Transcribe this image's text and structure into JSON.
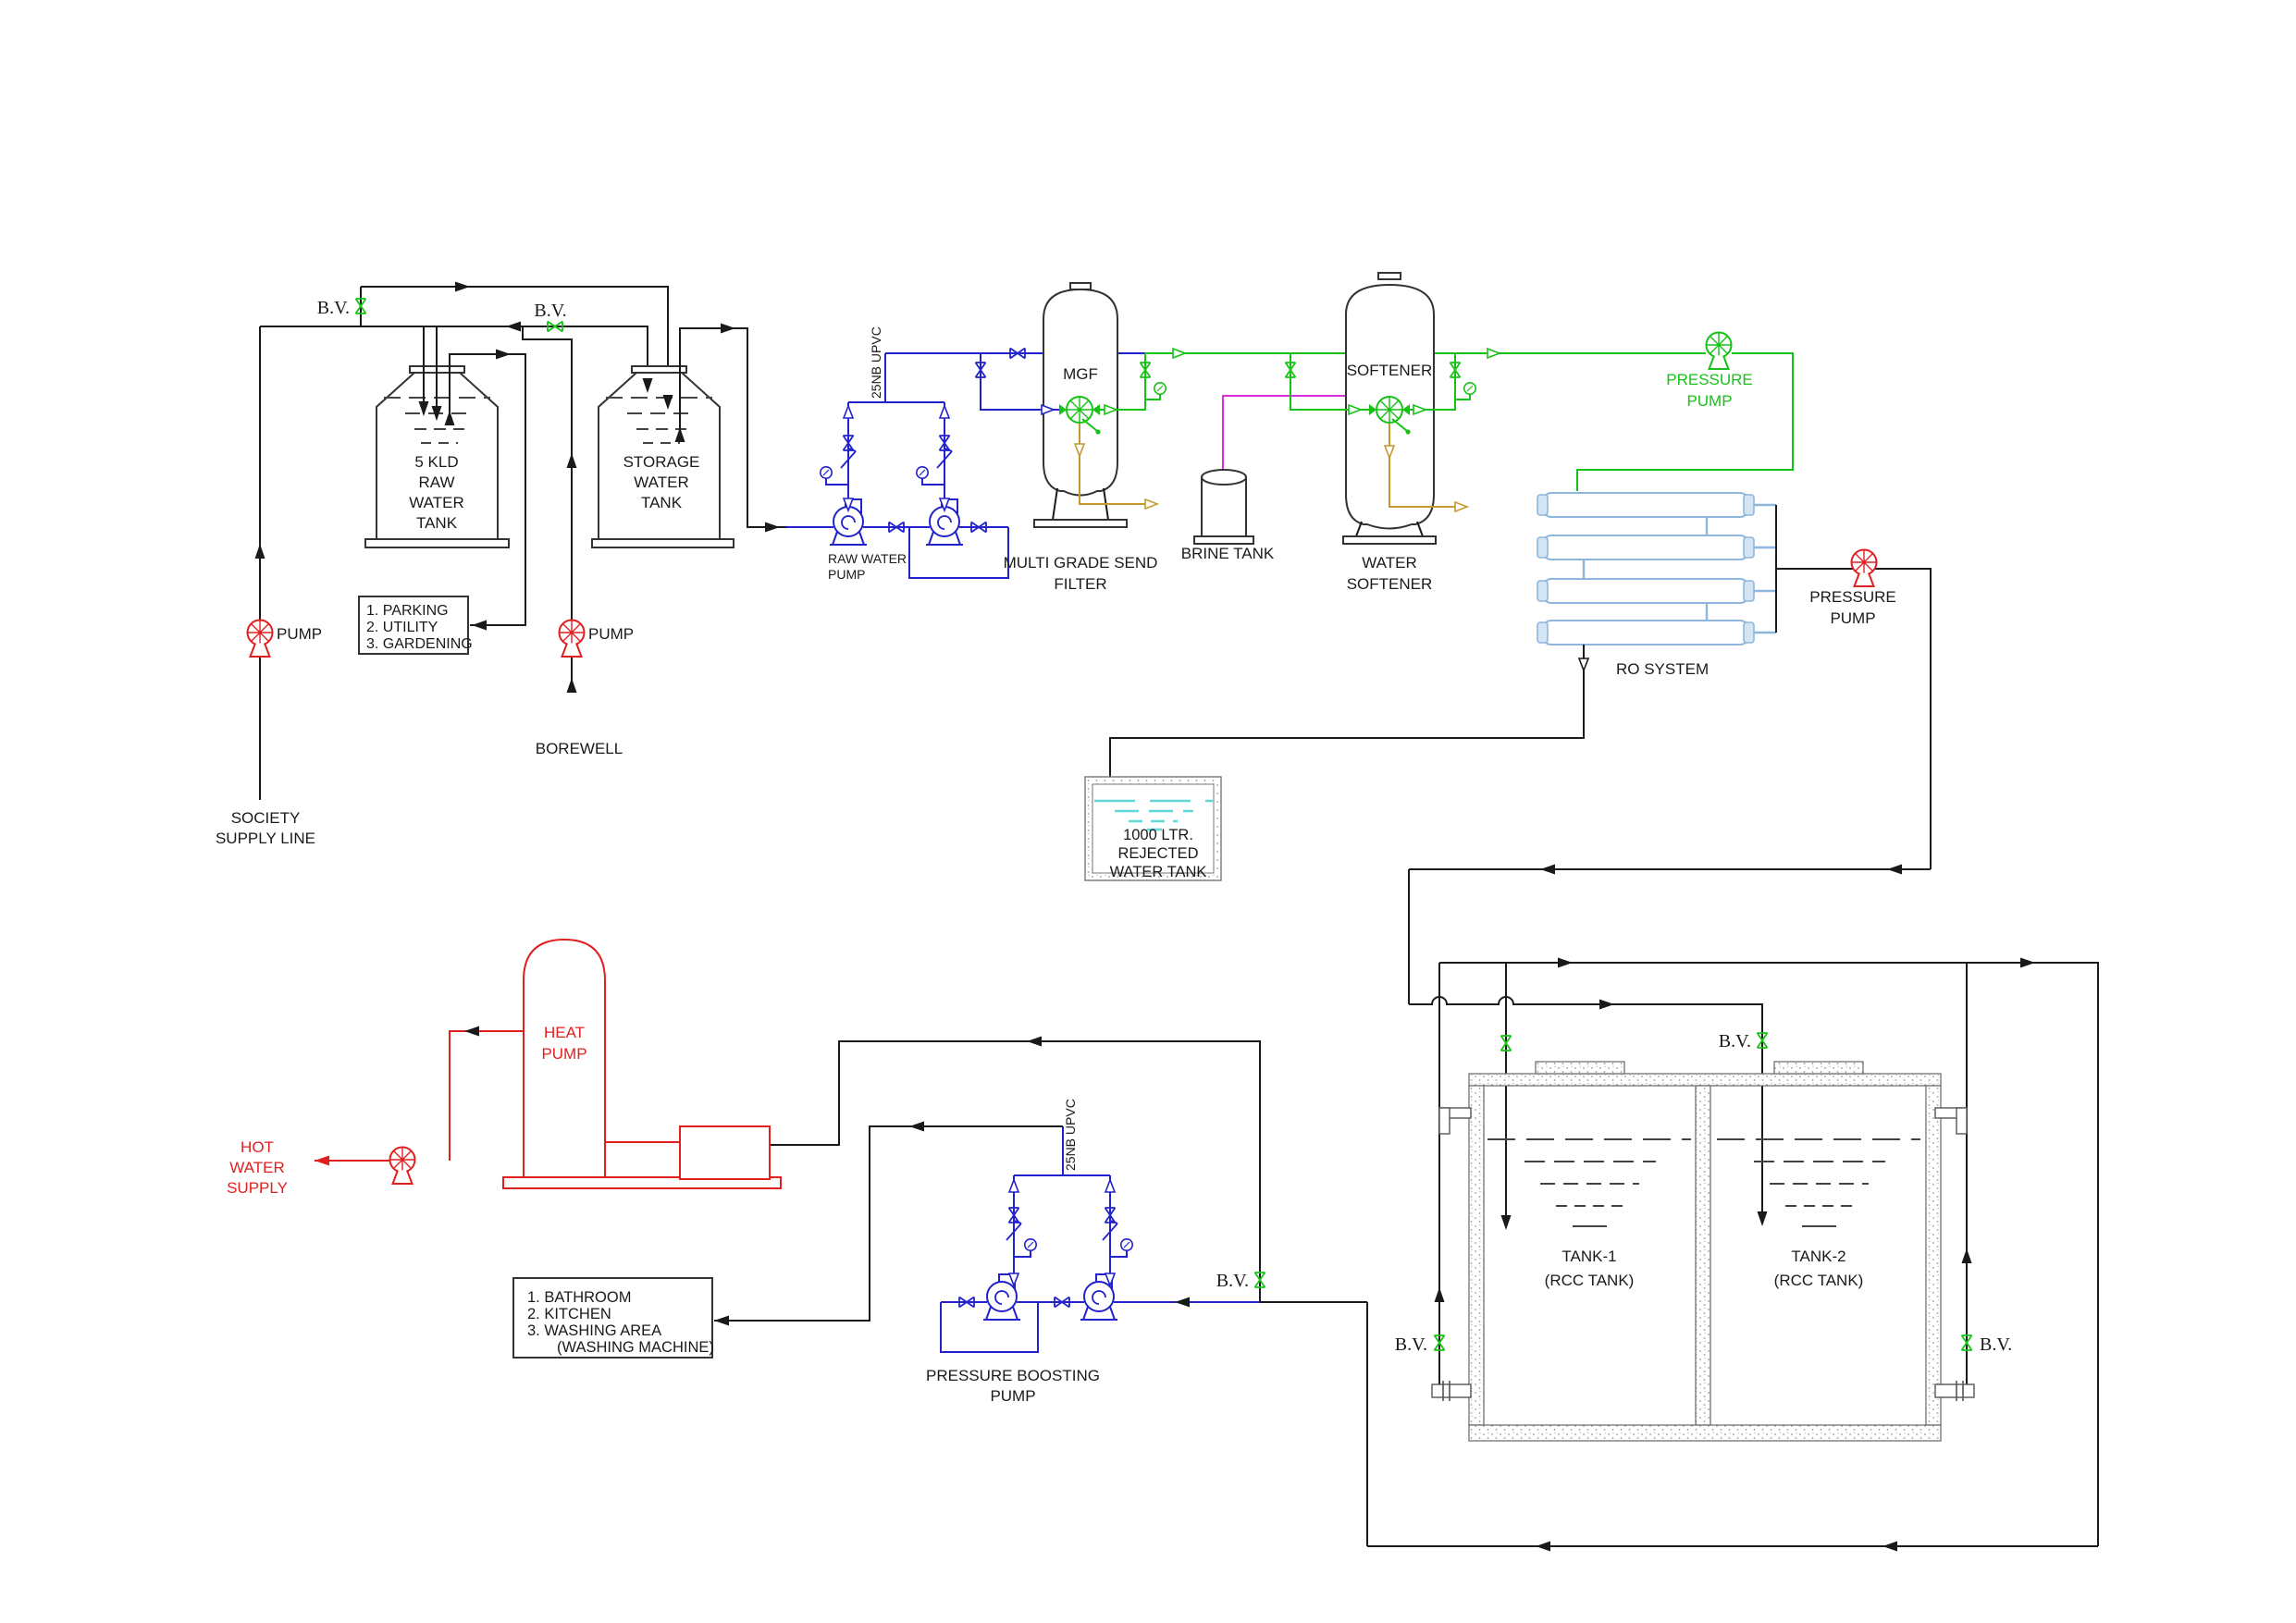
{
  "colors": {
    "pipe": "#1a1a1a",
    "raw_water": "#2222cc",
    "soft_water": "#17c217",
    "hot_water": "#e02020",
    "brine": "#dd2edd",
    "drain": "#c49a30",
    "membrane": "#8fb6dc",
    "membrane_cap": "#d4e4f2",
    "tank_water": "#61d8d8"
  },
  "labels": {
    "bv": "B.V.",
    "pump": "PUMP",
    "raw_tank": [
      "5 KLD",
      "RAW",
      "WATER",
      "TANK"
    ],
    "storage_tank": [
      "STORAGE",
      "WATER",
      "TANK"
    ],
    "parking_box": [
      "1. PARKING",
      "2. UTILITY",
      "3. GARDENING"
    ],
    "society": [
      "SOCIETY",
      "SUPPLY LINE"
    ],
    "borewell": "BOREWELL",
    "raw_pump": [
      "RAW WATER",
      "PUMP"
    ],
    "pipe_spec": "25NB UPVC",
    "mgf": "MGF",
    "mgf_name": [
      "MULTI GRADE SEND",
      "FILTER"
    ],
    "brine_tank": "BRINE TANK",
    "softener": "SOFTENER",
    "softener_name": [
      "WATER",
      "SOFTENER"
    ],
    "pressure_pump": [
      "PRESSURE",
      "PUMP"
    ],
    "ro_system": "RO SYSTEM",
    "rejected_tank": [
      "1000 LTR.",
      "REJECTED",
      "WATER TANK"
    ],
    "heat_pump": [
      "HEAT",
      "PUMP"
    ],
    "hot_water": [
      "HOT",
      "WATER",
      "SUPPLY"
    ],
    "bath_box": [
      "1. BATHROOM",
      "2. KITCHEN",
      "3. WASHING AREA",
      "(WASHING MACHINE)"
    ],
    "boost_pump": [
      "PRESSURE BOOSTING",
      "PUMP"
    ],
    "tank1": [
      "TANK-1",
      "(RCC TANK)"
    ],
    "tank2": [
      "TANK-2",
      "(RCC TANK)"
    ]
  }
}
